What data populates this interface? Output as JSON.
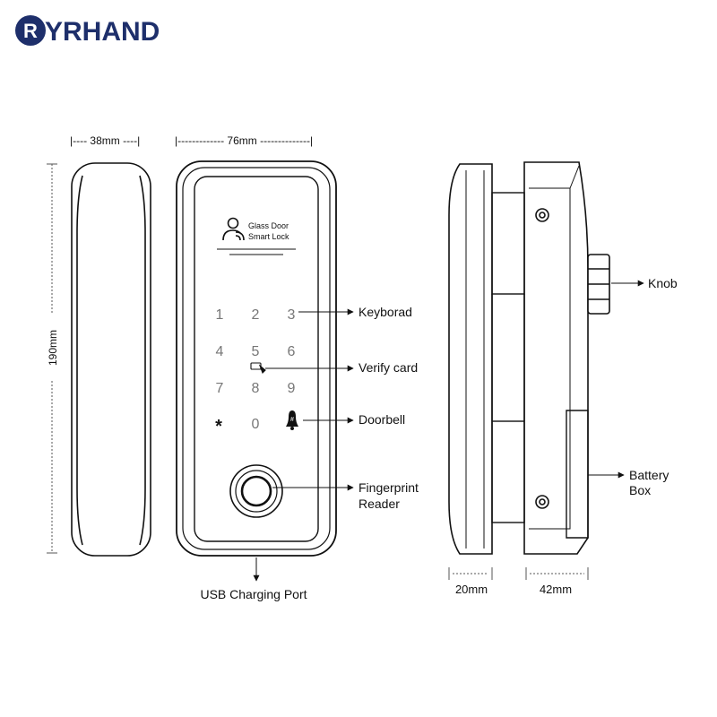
{
  "brand": {
    "logo_letter": "R",
    "name": "YRHAND",
    "color": "#1e2f6b"
  },
  "panel": {
    "title_line1": "Glass Door",
    "title_line2": "Smart Lock",
    "keys": [
      "1",
      "2",
      "3",
      "4",
      "5",
      "6",
      "7",
      "8",
      "9",
      "*",
      "0",
      "#"
    ]
  },
  "dimensions": {
    "width_side": "|---- 38mm ----|",
    "width_front": "|------------- 76mm --------------|",
    "height": "190mm",
    "depth_glass": "20mm",
    "depth_body": "42mm"
  },
  "callouts": {
    "keyboard": "Keyborad",
    "verify_card": "Verify card",
    "doorbell": "Doorbell",
    "fingerprint_line1": "Fingerprint",
    "fingerprint_line2": "Reader",
    "usb": "USB Charging Port",
    "knob": "Knob",
    "battery_line1": "Battery",
    "battery_line2": "Box"
  }
}
